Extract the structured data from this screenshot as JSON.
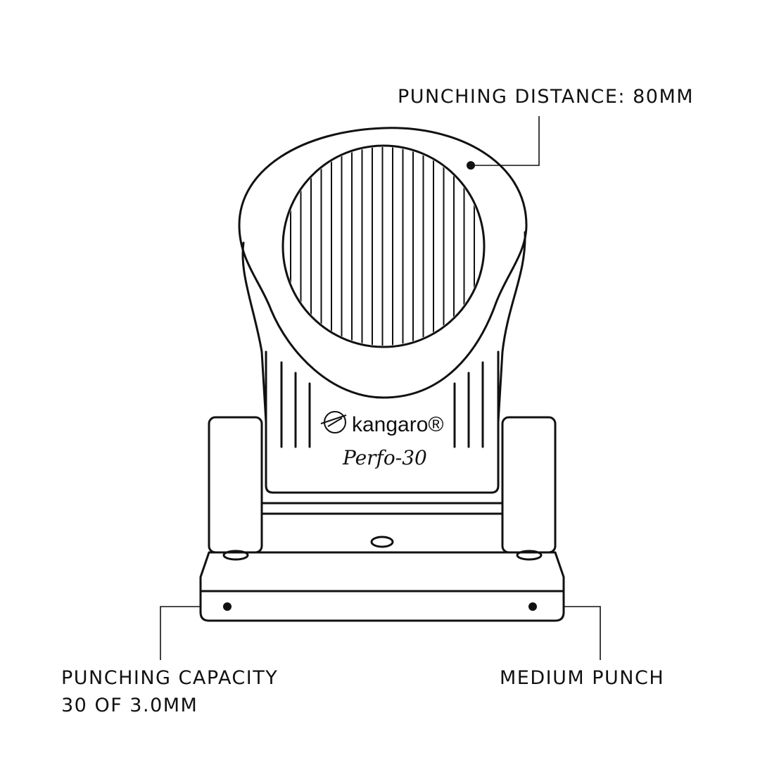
{
  "product": {
    "brand": "kangaro®",
    "model": "Perfo-30"
  },
  "callouts": {
    "distance": "PUNCHING DISTANCE: 80MM",
    "capacity_line1": "PUNCHING CAPACITY",
    "capacity_line2": "30 OF 3.0MM",
    "type": "MEDIUM PUNCH"
  },
  "colors": {
    "line": "#111111",
    "background": "#ffffff"
  }
}
